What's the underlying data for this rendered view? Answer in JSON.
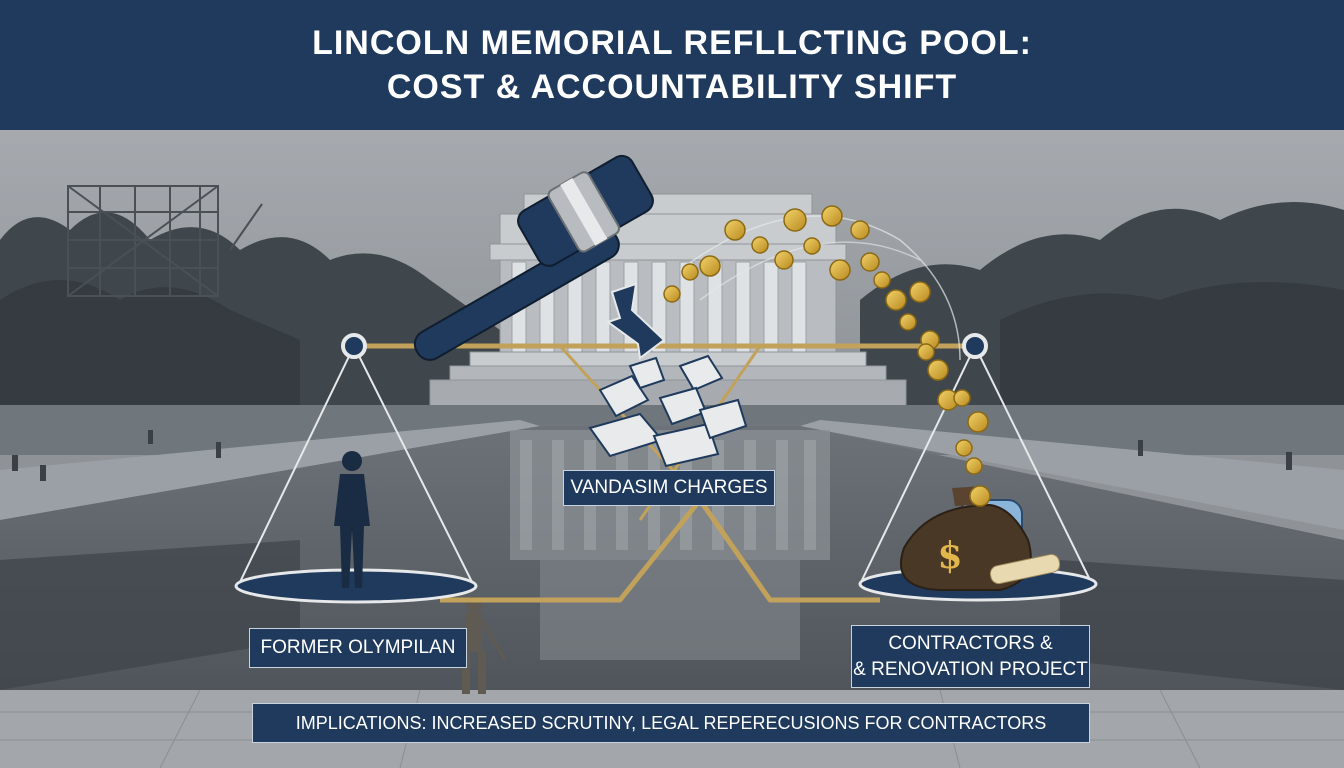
{
  "header": {
    "title_line1": "LINCOLN MEMORIAL REFLLCTING POOL:",
    "title_line2": "COST & ACCOUNTABILITY SHIFT"
  },
  "labels": {
    "center": "VANDASIM CHARGES",
    "left": "FORMER OLYMPILAN",
    "right_line1": "CONTRACTORS &",
    "right_line2": "& RENOVATION PROJECT",
    "bottom": "IMPLICATIONS: INCREASED SCRUTINY, LEGAL REPERECUSIONS FOR CONTRACTORS"
  },
  "colors": {
    "navy": "#1f3a5c",
    "gold": "#c2a25a",
    "coin": "#d9b13b"
  }
}
